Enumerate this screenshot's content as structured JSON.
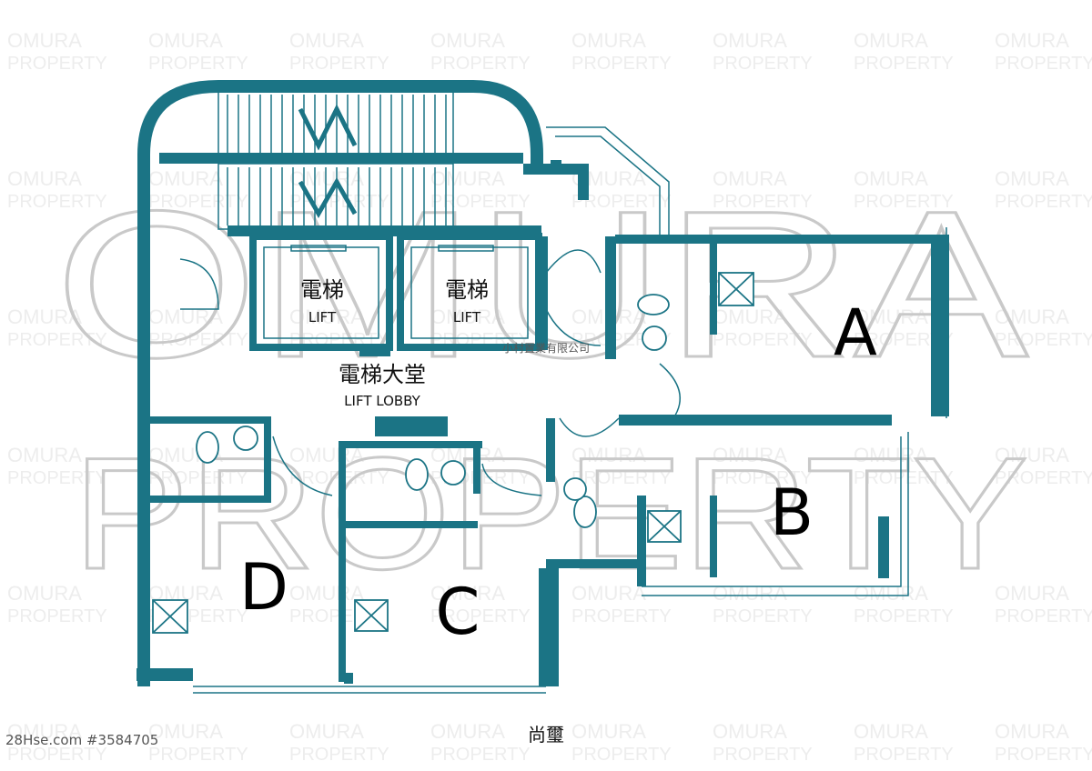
{
  "watermark": {
    "tile_line1": "OMURA",
    "tile_line2": "PROPERTY",
    "big_line1": "OMURA",
    "big_line2": "PROPERTY"
  },
  "rooms": {
    "lift_left_cn": "電梯",
    "lift_left_en": "LIFT",
    "lift_right_cn": "電梯",
    "lift_right_en": "LIFT",
    "lobby_cn": "電梯大堂",
    "lobby_en": "LIFT LOBBY"
  },
  "units": {
    "a": "A",
    "b": "B",
    "c": "C",
    "d": "D"
  },
  "company_stamp": "小村置業有限公司",
  "footer": {
    "source_id": "28Hse.com #3584705",
    "building_name": "尚璽"
  },
  "colors": {
    "wall": "#1b7485",
    "watermark": "#c9c9c9"
  }
}
